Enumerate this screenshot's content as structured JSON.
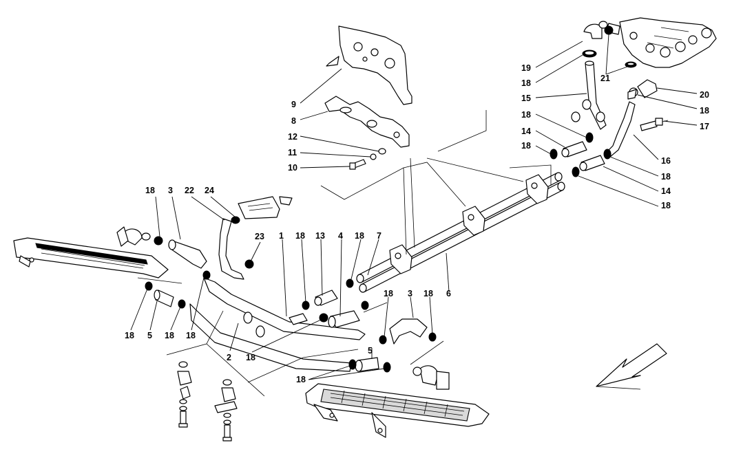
{
  "diagram": {
    "callouts": [
      {
        "id": "c9",
        "text": "9"
      },
      {
        "id": "c8",
        "text": "8"
      },
      {
        "id": "c12",
        "text": "12"
      },
      {
        "id": "c11",
        "text": "11"
      },
      {
        "id": "c10",
        "text": "10"
      },
      {
        "id": "c19",
        "text": "19"
      },
      {
        "id": "c18a",
        "text": "18"
      },
      {
        "id": "c21",
        "text": "21"
      },
      {
        "id": "c20",
        "text": "20"
      },
      {
        "id": "c15",
        "text": "15"
      },
      {
        "id": "c18b",
        "text": "18"
      },
      {
        "id": "c18c",
        "text": "18"
      },
      {
        "id": "c17",
        "text": "17"
      },
      {
        "id": "c14a",
        "text": "14"
      },
      {
        "id": "c16",
        "text": "16"
      },
      {
        "id": "c18d",
        "text": "18"
      },
      {
        "id": "c18e",
        "text": "18"
      },
      {
        "id": "c14b",
        "text": "14"
      },
      {
        "id": "c18f",
        "text": "18"
      },
      {
        "id": "c18g",
        "text": "18"
      },
      {
        "id": "c3a",
        "text": "3"
      },
      {
        "id": "c22",
        "text": "22"
      },
      {
        "id": "c24",
        "text": "24"
      },
      {
        "id": "c23",
        "text": "23"
      },
      {
        "id": "c1",
        "text": "1"
      },
      {
        "id": "c18h",
        "text": "18"
      },
      {
        "id": "c13",
        "text": "13"
      },
      {
        "id": "c4",
        "text": "4"
      },
      {
        "id": "c18i",
        "text": "18"
      },
      {
        "id": "c7",
        "text": "7"
      },
      {
        "id": "c18j",
        "text": "18"
      },
      {
        "id": "c3b",
        "text": "3"
      },
      {
        "id": "c18k",
        "text": "18"
      },
      {
        "id": "c6",
        "text": "6"
      },
      {
        "id": "c18l",
        "text": "18"
      },
      {
        "id": "c5a",
        "text": "5"
      },
      {
        "id": "c18m",
        "text": "18"
      },
      {
        "id": "c18n",
        "text": "18"
      },
      {
        "id": "c2",
        "text": "2"
      },
      {
        "id": "c18o",
        "text": "18"
      },
      {
        "id": "c5b",
        "text": "5"
      },
      {
        "id": "c18p",
        "text": "18"
      }
    ],
    "colors": {
      "line": "#000000",
      "background": "#ffffff",
      "fill_grey": "#d9d9d9"
    }
  }
}
